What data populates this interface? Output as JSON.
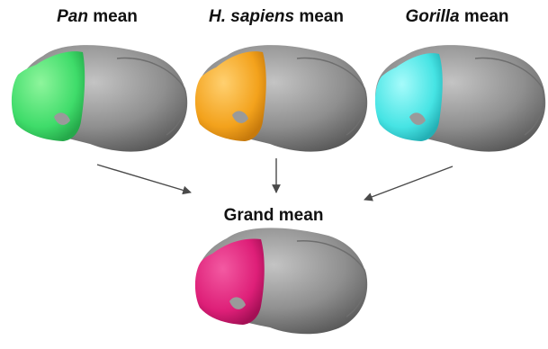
{
  "labels": {
    "pan": {
      "species": "Pan",
      "suffix": " mean"
    },
    "sapiens": {
      "species": "H. sapiens",
      "suffix": " mean"
    },
    "gorilla": {
      "species": "Gorilla",
      "suffix": " mean"
    },
    "grand": "Grand mean"
  },
  "colors": {
    "bone": "#9a9a9a",
    "bone_dark": "#6e6e6e",
    "pan_surface": "#3fdc6a",
    "sapiens_surface": "#f3a21c",
    "gorilla_surface": "#46e4e4",
    "grand_surface": "#de1f78",
    "arrow": "#4a4a4a"
  }
}
